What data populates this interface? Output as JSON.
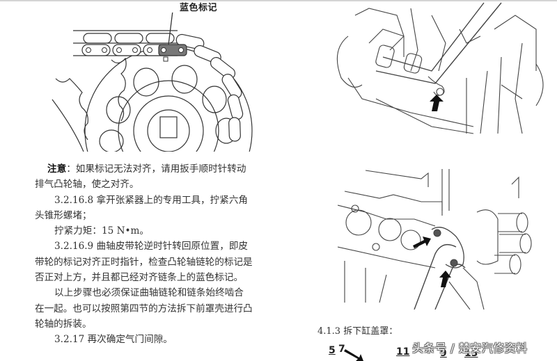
{
  "figure_top_left": {
    "callout_label": "蓝色标记",
    "description": "timing chain on camshaft sprocket with blue mark link"
  },
  "figure_top_right": {
    "description": "engine illustration with pipe and arrow indicating bolt"
  },
  "figure_mid_right": {
    "description": "engine illustration with pipe flange and two arrows indicating nuts"
  },
  "text": {
    "note_label": "注意",
    "note_colon": "：",
    "note_line1": "如果标记无法对齐，请用扳手顺时针转动",
    "note_line2": "排气凸轮轴，使之对齐。",
    "step_3_2_16_8_line1": "3.2.16.8 拿开张紧器上的专用工具，拧紧六角",
    "step_3_2_16_8_line2": "头锥形螺堵；",
    "torque_line": "拧紧力矩：15 N•m。",
    "step_3_2_16_9_line1": "3.2.16.9 曲轴皮带轮逆时针转回原位置，即皮",
    "step_3_2_16_9_line2": "带轮的标记对齐正时指针，检查凸轮轴链轮的标记是",
    "step_3_2_16_9_line3": "否正对上方，并且都已经对齐链条上的蓝色标记。",
    "para_line1": "以上步骤也必须保证曲轴链轮和链条始终啮合",
    "para_line2": "在一起。也可以按照第四节的方法拆下前罩壳进行凸",
    "para_line3": "轮轴的拆装。",
    "step_3_2_17": "3.2.17 再次确定气门间隙。"
  },
  "right_column": {
    "section_heading": "4.1.3 拆下缸盖罩：",
    "bottom_numbers": [
      "5",
      "7",
      "11",
      "9",
      "13"
    ]
  },
  "watermark": "头条号 / 楚安汽修资料"
}
